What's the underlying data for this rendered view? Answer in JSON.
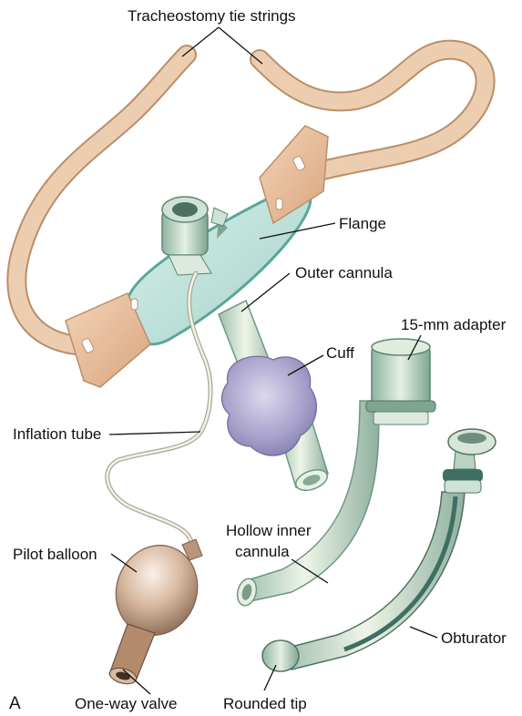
{
  "panel_letter": "A",
  "labels": {
    "tie_strings": "Tracheostomy tie strings",
    "flange": "Flange",
    "outer_cannula": "Outer cannula",
    "adapter": "15-mm adapter",
    "cuff": "Cuff",
    "inflation_tube": "Inflation tube",
    "inner_cannula_line1": "Hollow inner",
    "inner_cannula_line2": "cannula",
    "pilot_balloon": "Pilot balloon",
    "obturator": "Obturator",
    "one_way_valve": "One-way valve",
    "rounded_tip": "Rounded tip"
  },
  "colors": {
    "tie": "#e9c6a5",
    "tie_edge": "#b88f6b",
    "flange": "#bfe2dc",
    "flange_edge": "#5aa69a",
    "cannula": "#cfe2cc",
    "cuff": "#a9a2cc",
    "balloon": "#c8a58c",
    "obturator_dark": "#3f6f63",
    "leader": "#111111"
  }
}
